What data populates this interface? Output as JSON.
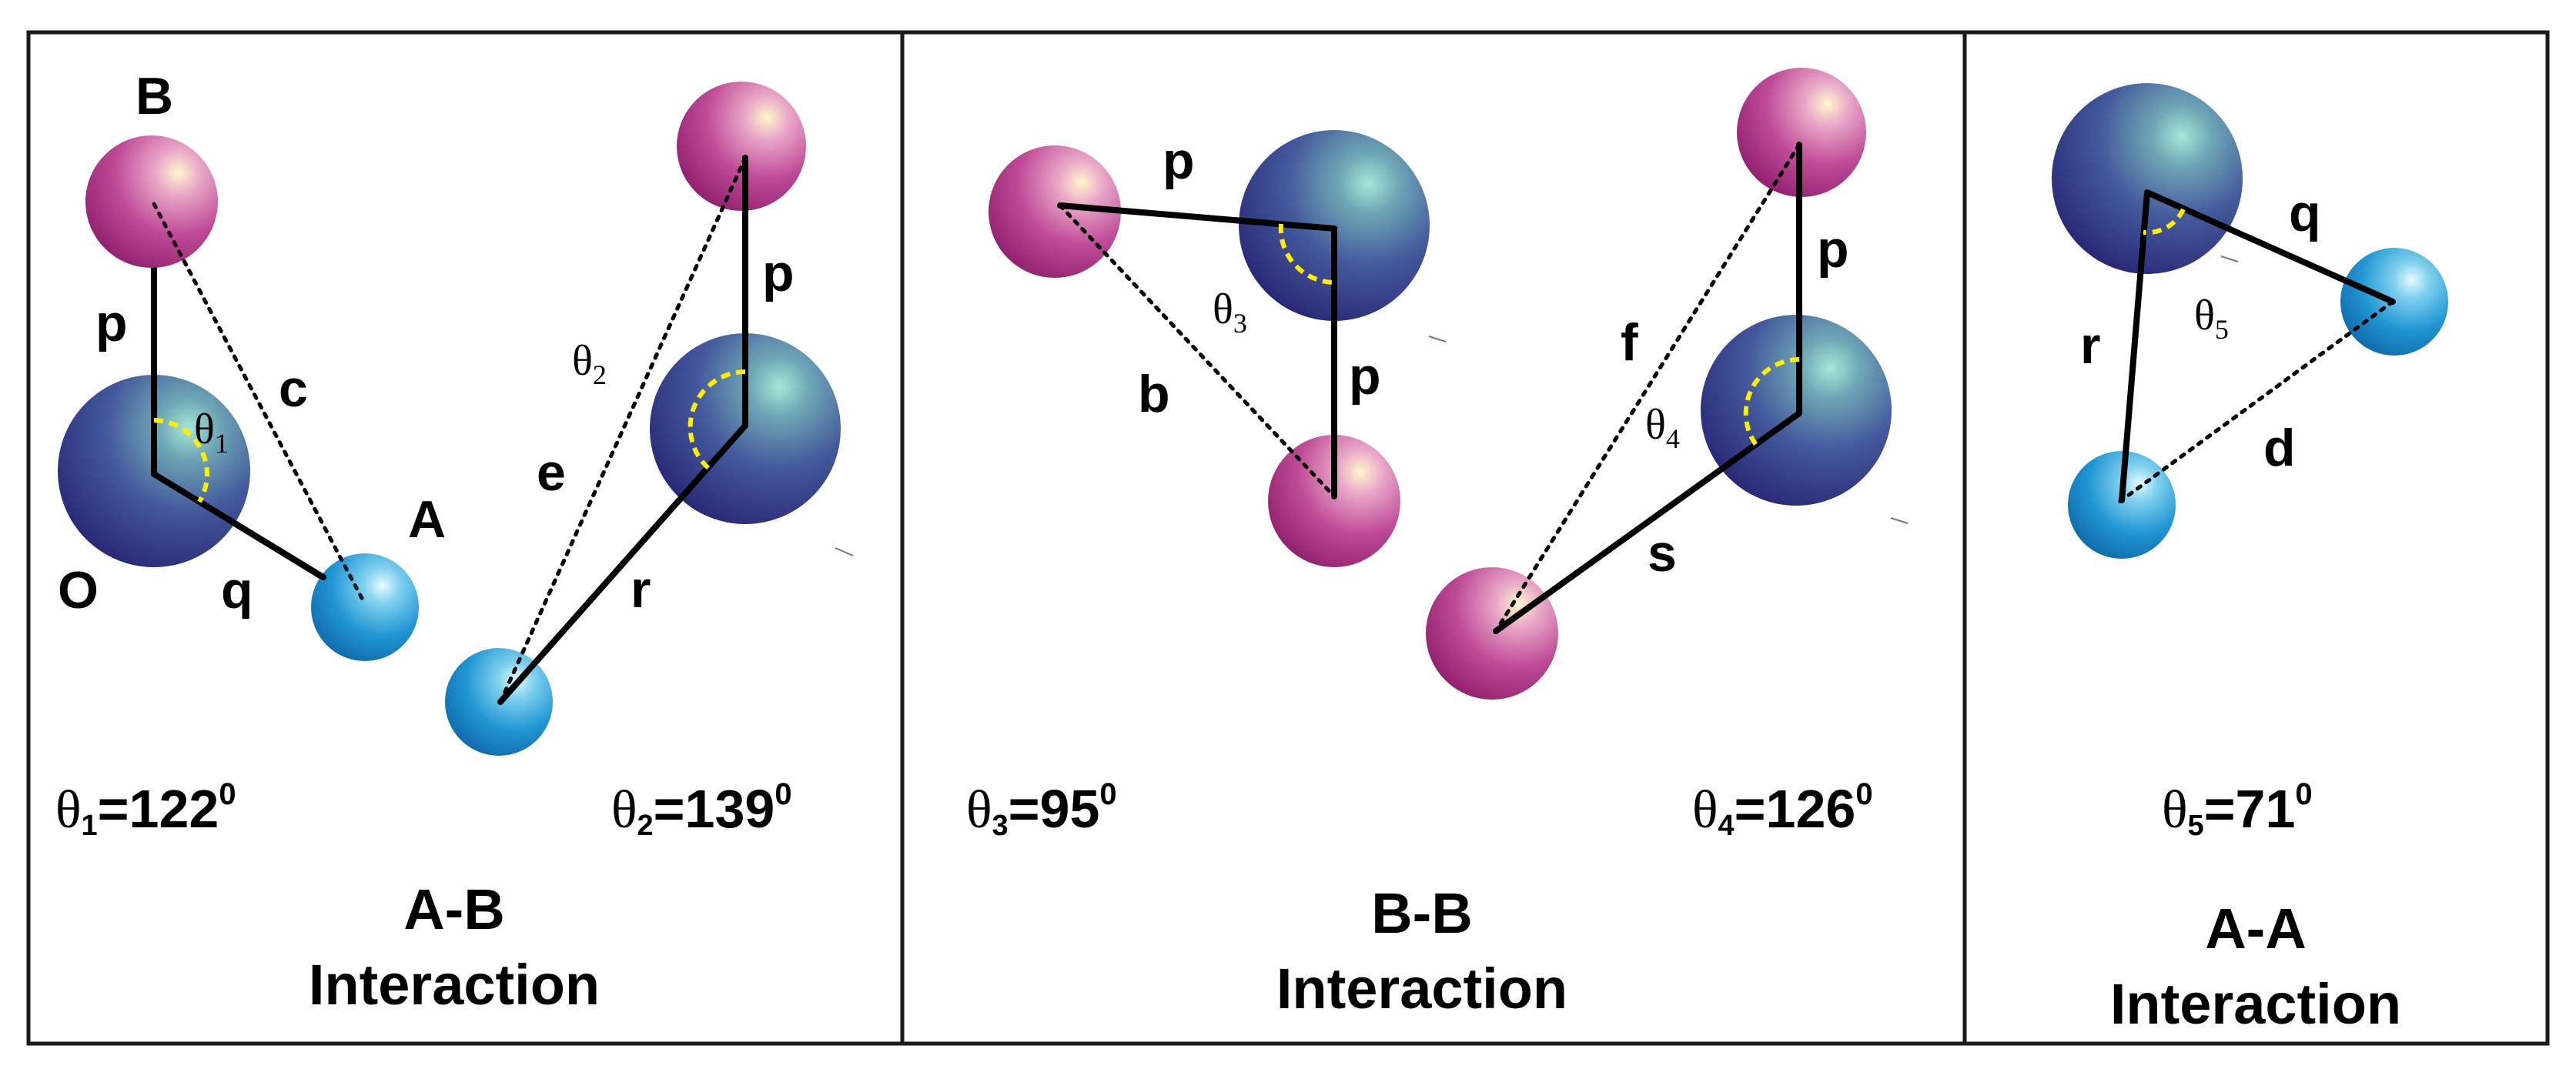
{
  "colors": {
    "O_atom": "#3c3f8c",
    "B_atom": "#b0307e",
    "A_atom": "#1792cf",
    "angle_arc": "#ffee00",
    "bond": "#000000",
    "frame": "#1a1a1a"
  },
  "panels": [
    {
      "caption_line1": "A-B",
      "caption_line2": "Interaction",
      "labels": {
        "B": "B",
        "O": "O",
        "A": "A",
        "p1": "p",
        "c": "c",
        "q": "q",
        "p2": "p",
        "e": "e",
        "r": "r"
      },
      "angles": [
        {
          "symbol": "θ",
          "sub": "1",
          "value": "=122",
          "deg": "0"
        },
        {
          "symbol": "θ",
          "sub": "2",
          "value": "=139",
          "deg": "0"
        }
      ]
    },
    {
      "caption_line1": "B-B",
      "caption_line2": "Interaction",
      "labels": {
        "p1": "p",
        "p2": "p",
        "b": "b",
        "p3": "p",
        "f": "f",
        "s": "s"
      },
      "angles": [
        {
          "symbol": "θ",
          "sub": "3",
          "value": "=95",
          "deg": "0"
        },
        {
          "symbol": "θ",
          "sub": "4",
          "value": "=126",
          "deg": "0"
        }
      ]
    },
    {
      "caption_line1": "A-A",
      "caption_line2": "Interaction",
      "labels": {
        "q": "q",
        "r": "r",
        "d": "d"
      },
      "angles": [
        {
          "symbol": "θ",
          "sub": "5",
          "value": "=71",
          "deg": "0"
        }
      ]
    }
  ]
}
